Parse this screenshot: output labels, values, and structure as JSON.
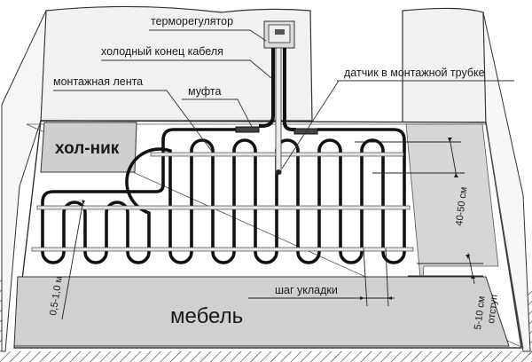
{
  "diagram": {
    "colors": {
      "wall": "#efefef",
      "floor": "#ffffff",
      "zone": "#cfcfcf",
      "cable": "#111111",
      "tape": "#e8e8e8",
      "outline": "#333333"
    },
    "labels": {
      "thermostat": "терморегулятор",
      "cold_end": "холодный конец кабеля",
      "mounting_tape": "монтажная лента",
      "coupling": "муфта",
      "sensor": "датчик в монтажной трубке",
      "fridge": "хол-ник",
      "furniture": "мебель",
      "step": "шаг укладки",
      "wall_offset": "0,5-1,0 м",
      "tape_spacing": "40-50 см",
      "edge_offset": "5-10 см",
      "edge_offset_label": "отступ"
    },
    "icons": {
      "thermostat": "thermostat-icon",
      "coupling": "coupling-icon",
      "sensor": "sensor-icon"
    }
  }
}
